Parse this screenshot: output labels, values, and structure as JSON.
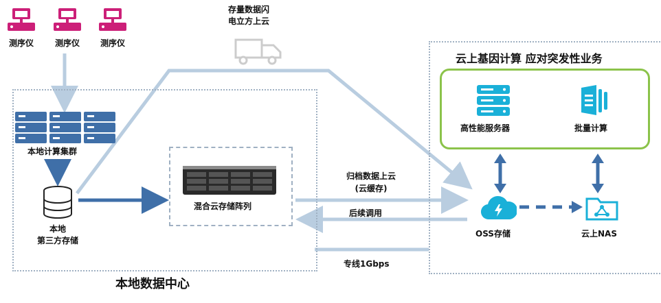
{
  "sequencers": [
    {
      "label": "测序仪"
    },
    {
      "label": "测序仪"
    },
    {
      "label": "测序仪"
    }
  ],
  "truck": {
    "caption_line1": "存量数据闪",
    "caption_line2": "电立方上云"
  },
  "local_cluster": {
    "label": "本地计算集群"
  },
  "local_storage": {
    "label_line1": "本地",
    "label_line2": "第三方存储"
  },
  "hybrid_array": {
    "label": "混合云存储阵列"
  },
  "local_dc": {
    "title": "本地数据中心"
  },
  "cloud": {
    "title": "云上基因计算 应对突发性业务",
    "hpc": {
      "label": "高性能服务器"
    },
    "batch": {
      "label": "批量计算"
    },
    "oss": {
      "label": "OSS存储"
    },
    "nas": {
      "label": "云上NAS"
    }
  },
  "flows": {
    "archive_line1": "归档数据上云",
    "archive_line2": "(云缓存)",
    "recall": "后续调用",
    "line": "专线1Gbps"
  },
  "colors": {
    "magenta": "#cc1f78",
    "blue": "#3f6fa8",
    "light_blue": "#b9cde0",
    "cyan": "#1ab0d8",
    "green": "#8bc34a"
  }
}
